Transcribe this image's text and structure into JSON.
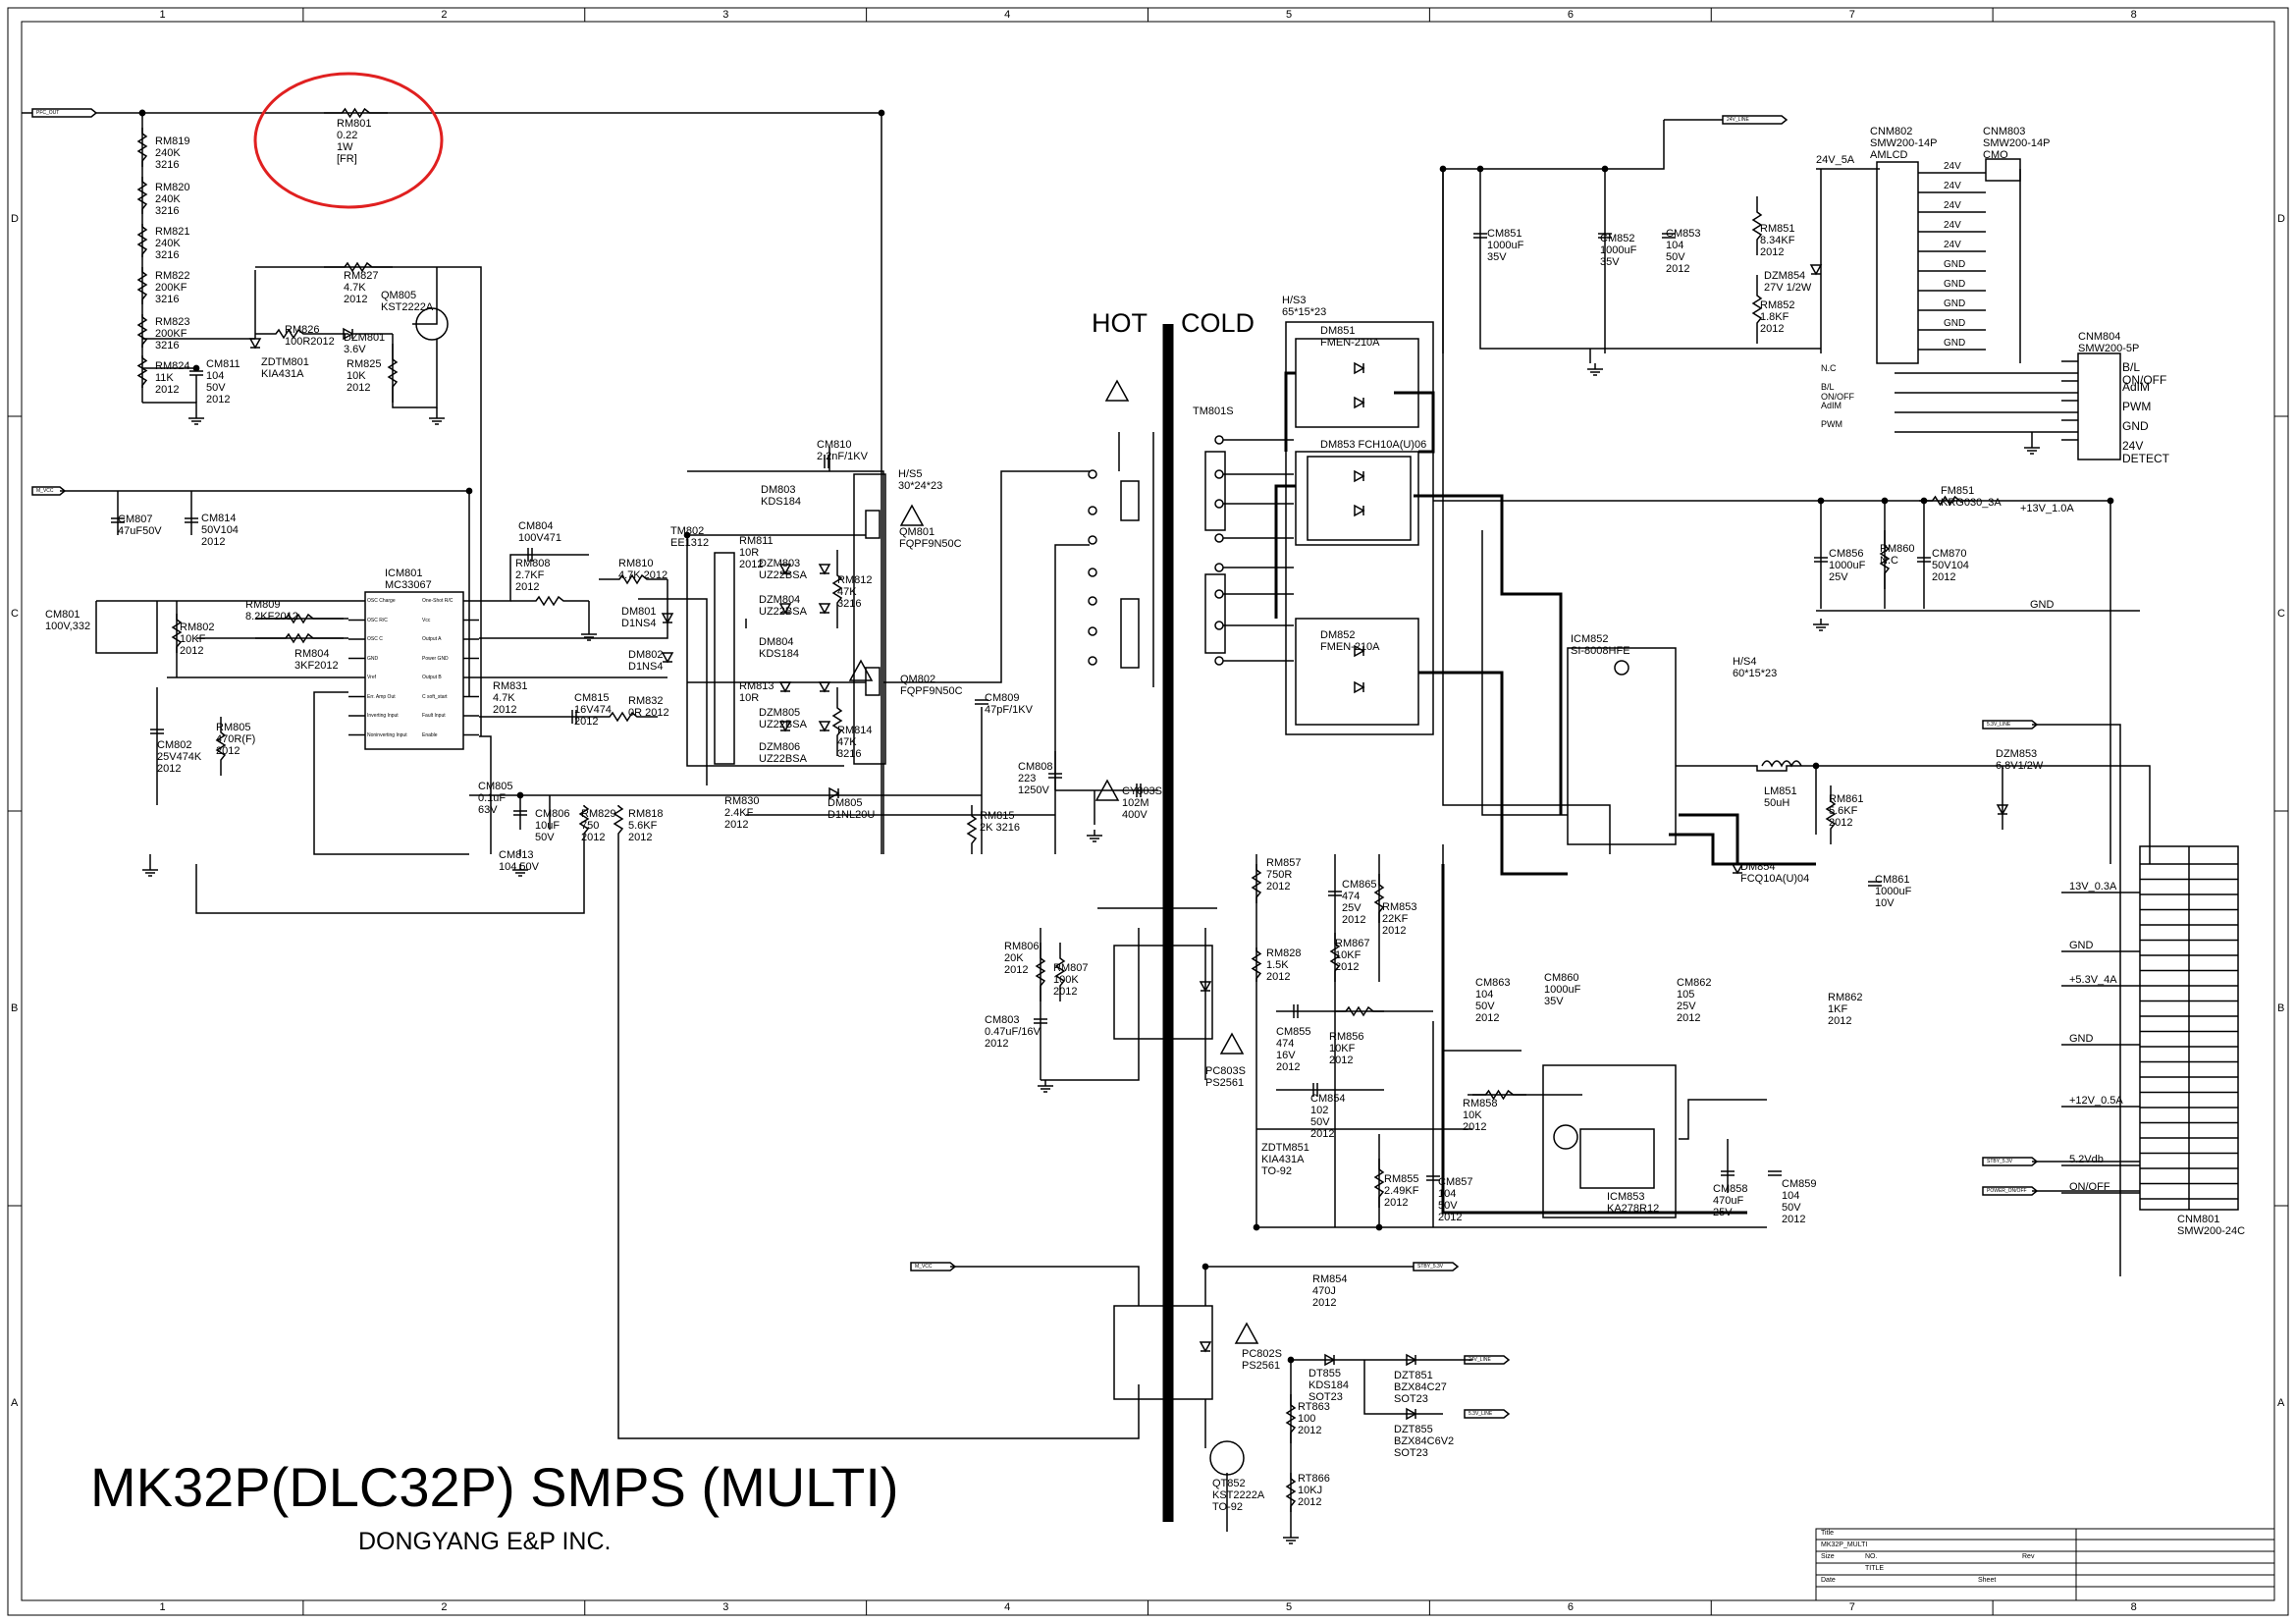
{
  "title": {
    "main": "MK32P(DLC32P) SMPS (MULTI)",
    "company": "DONGYANG E&P INC."
  },
  "divider": {
    "hot": "HOT",
    "cold": "COLD"
  },
  "grid": {
    "columns": [
      "1",
      "2",
      "3",
      "4",
      "5",
      "6",
      "7",
      "8"
    ],
    "rows": [
      "D",
      "C",
      "B",
      "A"
    ]
  },
  "nets": {
    "pfc_out": "PFC_OUT",
    "m_vcc": "M_VCC",
    "m_vcc2": "M_VCC",
    "24v_line": "24V_LINE",
    "5v_line": "5.3V_LINE",
    "5v_line2": "5.3V_LINE",
    "stby": "STBY_5.3V",
    "power_on": "POWER_ON/OFF",
    "24v_line2": "24V_LINE",
    "stby2": "STBY_5.3V",
    "13v": "+13V_1.0A",
    "gnd": "GND",
    "24v5a": "24V_5A"
  },
  "components": [
    {
      "id": "rm801",
      "text": "RM801\n0.22\n1W\n[FR]"
    },
    {
      "id": "rm819",
      "text": "RM819\n240K\n3216"
    },
    {
      "id": "rm820",
      "text": "RM820\n240K\n3216"
    },
    {
      "id": "rm821",
      "text": "RM821\n240K\n3216"
    },
    {
      "id": "rm822",
      "text": "RM822\n200KF\n3216"
    },
    {
      "id": "rm823",
      "text": "RM823\n200KF\n3216"
    },
    {
      "id": "rm824",
      "text": "RM824\n11K\n2012"
    },
    {
      "id": "cm811",
      "text": "CM811\n104\n50V\n2012"
    },
    {
      "id": "rm827",
      "text": "RM827\n4.7K\n2012"
    },
    {
      "id": "qm805",
      "text": "QM805\nKST2222A"
    },
    {
      "id": "rm826",
      "text": "RM826\n100R2012"
    },
    {
      "id": "dzm801",
      "text": "DZM801\n3.6V"
    },
    {
      "id": "zdtm801",
      "text": "ZDTM801\nKIA431A"
    },
    {
      "id": "rm825",
      "text": "RM825\n10K\n2012"
    },
    {
      "id": "cm807",
      "text": "CM807\n47uF50V"
    },
    {
      "id": "cm814",
      "text": "CM814\n50V104\n2012"
    },
    {
      "id": "cm804",
      "text": "CM804\n100V471"
    },
    {
      "id": "rm808",
      "text": "RM808\n2.7KF\n2012"
    },
    {
      "id": "icm801",
      "text": "ICM801\nMC33067"
    },
    {
      "id": "cm801",
      "text": "CM801\n100V,332"
    },
    {
      "id": "rm809",
      "text": "RM809\n8.2KF2012"
    },
    {
      "id": "rm802",
      "text": "RM802\n10KF\n2012"
    },
    {
      "id": "rm804",
      "text": "RM804\n3KF2012"
    },
    {
      "id": "cm802",
      "text": "CM802\n25V474K\n2012"
    },
    {
      "id": "rm805",
      "text": "RM805\n470R(F)\n2012"
    },
    {
      "id": "rm810",
      "text": "RM810\n4.7K 2012"
    },
    {
      "id": "dm801",
      "text": "DM801\nD1NS4"
    },
    {
      "id": "dm802",
      "text": "DM802\nD1NS4"
    },
    {
      "id": "rm831",
      "text": "RM831\n4.7K\n2012"
    },
    {
      "id": "cm815",
      "text": "CM815\n16V474\n2012"
    },
    {
      "id": "rm832",
      "text": "RM832\n0R 2012"
    },
    {
      "id": "cm805",
      "text": "CM805\n0.1uF\n63V"
    },
    {
      "id": "cm806",
      "text": "CM806\n10uF\n50V"
    },
    {
      "id": "rm829",
      "text": "RM829\n750\n2012"
    },
    {
      "id": "rm818",
      "text": "RM818\n5.6KF\n2012"
    },
    {
      "id": "cm813",
      "text": "CM813\n104 50V"
    },
    {
      "id": "rm830",
      "text": "RM830\n2.4KF\n2012"
    },
    {
      "id": "dm805",
      "text": "DM805\nD1NL20U"
    },
    {
      "id": "rm815",
      "text": "RM815\n2K 3216"
    },
    {
      "id": "cm810",
      "text": "CM810\n2.2nF/1KV"
    },
    {
      "id": "hs5",
      "text": "H/S5\n30*24*23"
    },
    {
      "id": "dm803",
      "text": "DM803\nKDS184"
    },
    {
      "id": "tm802",
      "text": "TM802\nEE1312"
    },
    {
      "id": "rm811",
      "text": "RM811\n10R\n2012"
    },
    {
      "id": "dzm803",
      "text": "DZM803\nUZ22BSA"
    },
    {
      "id": "dzm804",
      "text": "DZM804\nUZ22BSA"
    },
    {
      "id": "rm812",
      "text": "RM812\n47K\n3216"
    },
    {
      "id": "qm801",
      "text": "QM801\nFQPF9N50C"
    },
    {
      "id": "dm804",
      "text": "DM804\nKDS184"
    },
    {
      "id": "rm813",
      "text": "RM813\n10R"
    },
    {
      "id": "dzm805",
      "text": "DZM805\nUZ22BSA"
    },
    {
      "id": "dzm806",
      "text": "DZM806\nUZ22BSA"
    },
    {
      "id": "rm814",
      "text": "RM814\n47K\n3216"
    },
    {
      "id": "qm802",
      "text": "QM802\nFQPF9N50C"
    },
    {
      "id": "cm809",
      "text": "CM809\n47pF/1KV"
    },
    {
      "id": "cm808",
      "text": "CM808\n223\n1250V"
    },
    {
      "id": "cy803s",
      "text": "CY803S\n102M\n400V"
    },
    {
      "id": "tm801s",
      "text": "TM801S"
    },
    {
      "id": "hs3",
      "text": "H/S3\n65*15*23"
    },
    {
      "id": "dm851",
      "text": "DM851\nFMEN-210A"
    },
    {
      "id": "dm853",
      "text": "DM853 FCH10A(U)06"
    },
    {
      "id": "dm852",
      "text": "DM852\nFMEN-210A"
    },
    {
      "id": "cm851",
      "text": "CM851\n1000uF\n35V"
    },
    {
      "id": "cm852",
      "text": "CM852\n1000uF\n35V"
    },
    {
      "id": "cm853",
      "text": "CM853\n104\n50V\n2012"
    },
    {
      "id": "rm851",
      "text": "RM851\n8.34KF\n2012"
    },
    {
      "id": "dzm854",
      "text": "DZM854\n27V 1/2W"
    },
    {
      "id": "rm852",
      "text": "RM852\n1.8KF\n2012"
    },
    {
      "id": "cnm802",
      "text": "CNM802\nSMW200-14P\nAMLCD"
    },
    {
      "id": "cnm803",
      "text": "CNM803\nSMW200-14P\nCMO"
    },
    {
      "id": "cnm804",
      "text": "CNM804\nSMW200-5P"
    },
    {
      "id": "fm851",
      "text": "FM851\nKRG030_3A"
    },
    {
      "id": "cm856",
      "text": "CM856\n1000uF\n25V"
    },
    {
      "id": "rm860",
      "text": "RM860\nN.C"
    },
    {
      "id": "cm870",
      "text": "CM870\n50V104\n2012"
    },
    {
      "id": "icm852",
      "text": "ICM852\nSI-8008HFE"
    },
    {
      "id": "hs4",
      "text": "H/S4\n60*15*23"
    },
    {
      "id": "lm851",
      "text": "LM851\n50uH"
    },
    {
      "id": "rm861",
      "text": "RM861\n5.6KF\n2012"
    },
    {
      "id": "dzm853",
      "text": "DZM853\n6.8V1/2W"
    },
    {
      "id": "dm854",
      "text": "DM854\nFCQ10A(U)04"
    },
    {
      "id": "cm861",
      "text": "CM861\n1000uF\n10V"
    },
    {
      "id": "rm857",
      "text": "RM857\n750R\n2012"
    },
    {
      "id": "cm865",
      "text": "CM865\n474\n25V\n2012"
    },
    {
      "id": "rm853",
      "text": "RM853\n22KF\n2012"
    },
    {
      "id": "rm867",
      "text": "RM867\n10KF\n2012"
    },
    {
      "id": "rm828",
      "text": "RM828\n1.5K\n2012"
    },
    {
      "id": "cm863",
      "text": "CM863\n104\n50V\n2012"
    },
    {
      "id": "cm860",
      "text": "CM860\n1000uF\n35V"
    },
    {
      "id": "cm862",
      "text": "CM862\n105\n25V\n2012"
    },
    {
      "id": "rm862",
      "text": "RM862\n1KF\n2012"
    },
    {
      "id": "rm806",
      "text": "RM806\n20K\n2012"
    },
    {
      "id": "rm807",
      "text": "RM807\n100K\n2012"
    },
    {
      "id": "cm803",
      "text": "CM803\n0.47uF/16V\n2012"
    },
    {
      "id": "pc803s",
      "text": "PC803S\nPS2561"
    },
    {
      "id": "cm855",
      "text": "CM855\n474\n16V\n2012"
    },
    {
      "id": "rm856",
      "text": "RM856\n10KF\n2012"
    },
    {
      "id": "cm854",
      "text": "CM854\n102\n50V\n2012"
    },
    {
      "id": "zdtm851",
      "text": "ZDTM851\nKIA431A\nTO-92"
    },
    {
      "id": "rm855",
      "text": "RM855\n2.49KF\n2012"
    },
    {
      "id": "cm857",
      "text": "CM857\n104\n50V\n2012"
    },
    {
      "id": "rm858",
      "text": "RM858\n10K\n2012"
    },
    {
      "id": "icm853",
      "text": "ICM853\nKA278R12"
    },
    {
      "id": "cm858",
      "text": "CM858\n470uF\n25V"
    },
    {
      "id": "cm859",
      "text": "CM859\n104\n50V\n2012"
    },
    {
      "id": "rm854",
      "text": "RM854\n470J\n2012"
    },
    {
      "id": "pc802s",
      "text": "PC802S\nPS2561"
    },
    {
      "id": "dt855",
      "text": "DT855\nKDS184\nSOT23"
    },
    {
      "id": "dzt851",
      "text": "DZT851\nBZX84C27\nSOT23"
    },
    {
      "id": "dzt855",
      "text": "DZT855\nBZX84C6V2\nSOT23"
    },
    {
      "id": "rt863",
      "text": "RT863\n100\n2012"
    },
    {
      "id": "qt852",
      "text": "QT852\nKST2222A\nTO-92"
    },
    {
      "id": "rt866",
      "text": "RT866\n10KJ\n2012"
    },
    {
      "id": "cnm801",
      "text": "CNM801\nSMW200-24C"
    }
  ],
  "ic_pins": {
    "left": [
      "OSC Charge",
      "OSC R/C",
      "OSC C",
      "GND",
      "Vref",
      "Err. Amp Out",
      "Inverting Input",
      "Noninverting Input"
    ],
    "right": [
      "One-Shot R/C",
      "Vcc",
      "Output A",
      "Power GND",
      "Output B",
      "C soft_start",
      "Fault Input",
      "Enable"
    ]
  },
  "cnm802_pins": [
    "24V",
    "24V",
    "24V",
    "24V",
    "24V",
    "GND",
    "GND",
    "GND",
    "GND",
    "GND"
  ],
  "cnm804_pins": [
    "B/L\nON/OFF",
    "AdIM",
    "PWM",
    "GND",
    "24V\nDETECT"
  ],
  "cnm804_left": [
    "N.C",
    "B/L\nON/OFF",
    "AdIM",
    "PWM"
  ],
  "cnm801_labels": [
    "13V_0.3A",
    "GND",
    "+5.3V_4A",
    "GND",
    "+12V_0.5A",
    "5.2Vdb",
    "ON/OFF"
  ],
  "title_block": {
    "title_label": "Title",
    "title_value": "MK32P_MULTI",
    "size": "Size",
    "number": "NO.",
    "revision": "Rev",
    "date": "Date",
    "sheet": "Sheet",
    "filler": "TITLE"
  },
  "colors": {
    "line": "#000000",
    "highlight": "#e02020"
  }
}
